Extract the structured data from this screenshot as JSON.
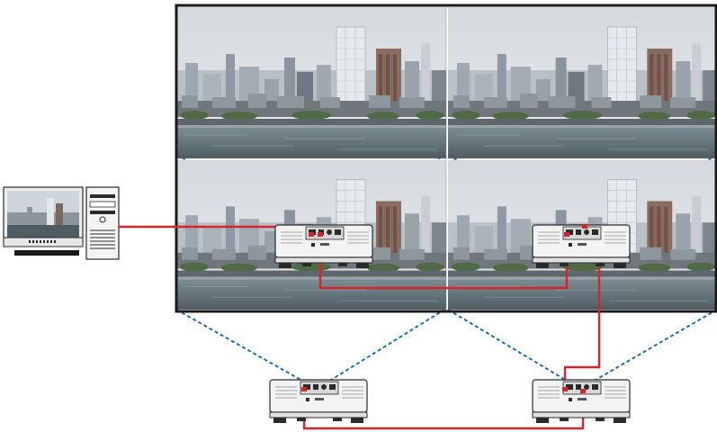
{
  "diagram": {
    "type": "multi-projector-tiling",
    "screen_grid": {
      "columns": 2,
      "rows": 2
    },
    "tile_image": "city-skyline-photo",
    "source_device": "desktop-pc-with-monitor",
    "projectors": [
      {
        "id": "top-left"
      },
      {
        "id": "top-right"
      },
      {
        "id": "bottom-left"
      },
      {
        "id": "bottom-right"
      }
    ],
    "cable_chain": [
      "pc",
      "top-left",
      "top-right",
      "bottom-right",
      "bottom-left"
    ],
    "colors": {
      "cable": "#d8242c",
      "projection_lines": "#1a6fb5",
      "screen_border": "#1a1a1a",
      "device_body": "#f2f2f2"
    }
  }
}
